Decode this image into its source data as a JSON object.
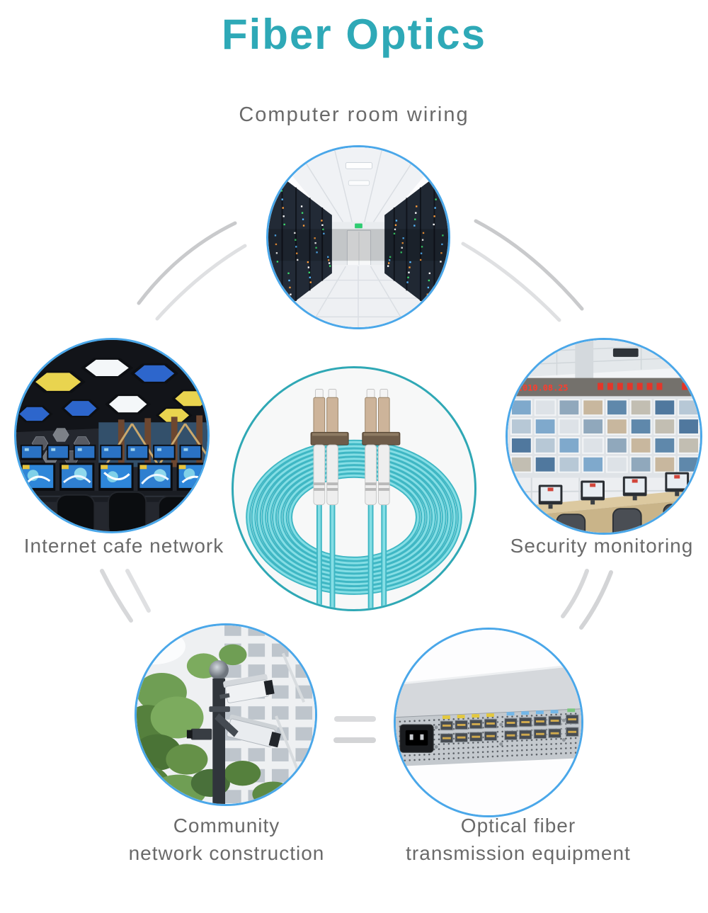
{
  "title": "Fiber Optics",
  "colors": {
    "accent_teal": "#2ea9b7",
    "label_gray": "#6a6a6a",
    "circle_border_blue": "#4aa7e9",
    "center_circle_border": "#2fa8b5",
    "cable_aqua": "#3fb7c4",
    "connector_arc_gray": "#c9cacc"
  },
  "sections": {
    "computer_room": {
      "label": "Computer room wiring"
    },
    "internet_cafe": {
      "label": "Internet cafe network"
    },
    "security_monitoring": {
      "label": "Security monitoring",
      "led_ticker_date": "2010.08.25"
    },
    "community": {
      "line1": "Community",
      "line2": "network construction"
    },
    "optical_equipment": {
      "line1": "Optical fiber",
      "line2": "transmission equipment"
    }
  }
}
